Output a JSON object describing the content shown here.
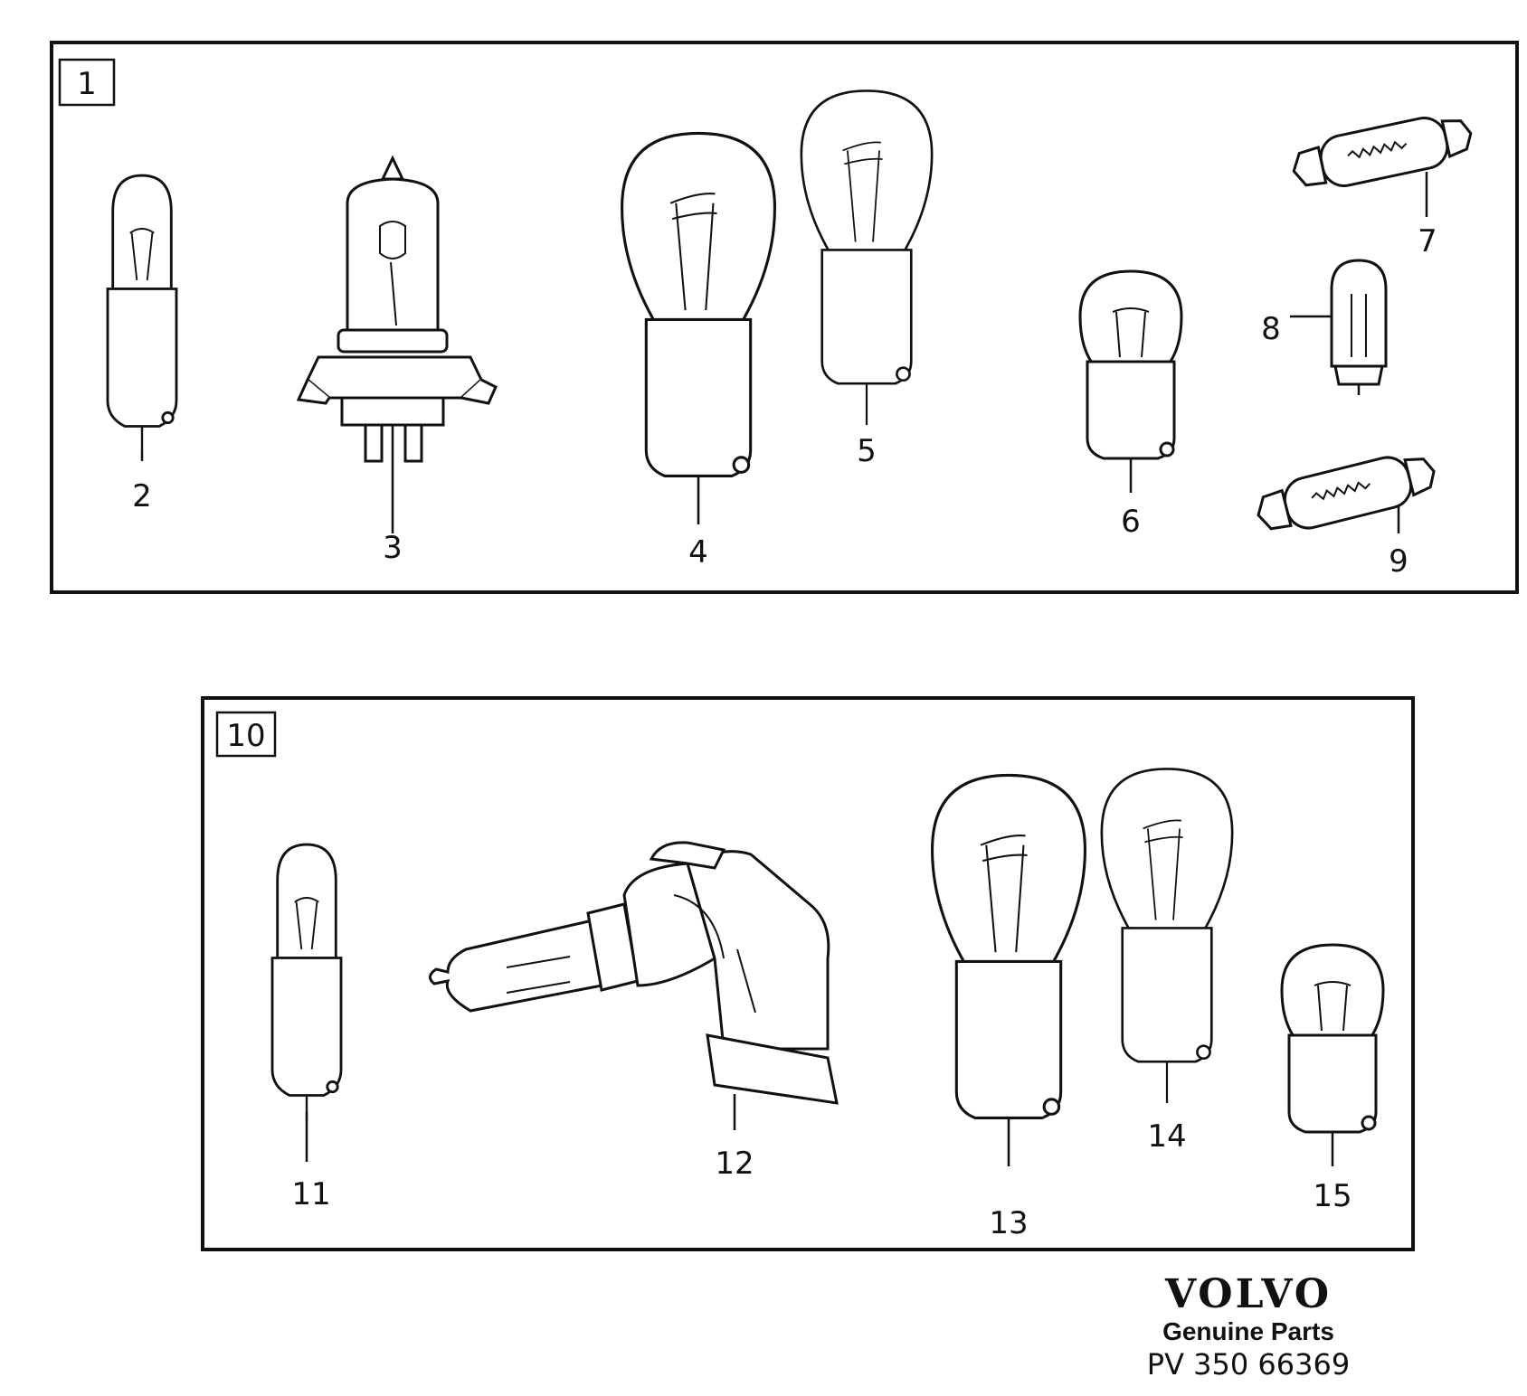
{
  "panels": [
    {
      "box_number": "1",
      "parts": [
        {
          "callout": "2",
          "icon": "small-bayonet-bulb-icon"
        },
        {
          "callout": "3",
          "icon": "h4-halogen-bulb-icon"
        },
        {
          "callout": "4",
          "icon": "large-bayonet-bulb-icon"
        },
        {
          "callout": "5",
          "icon": "large-bayonet-bulb-icon"
        },
        {
          "callout": "6",
          "icon": "round-bayonet-bulb-icon"
        },
        {
          "callout": "7",
          "icon": "festoon-bulb-icon"
        },
        {
          "callout": "8",
          "icon": "wedge-bulb-icon"
        },
        {
          "callout": "9",
          "icon": "festoon-bulb-icon"
        }
      ]
    },
    {
      "box_number": "10",
      "parts": [
        {
          "callout": "11",
          "icon": "small-bayonet-bulb-icon"
        },
        {
          "callout": "12",
          "icon": "halogen-bulb-with-angled-connector-icon"
        },
        {
          "callout": "13",
          "icon": "large-bayonet-bulb-icon"
        },
        {
          "callout": "14",
          "icon": "large-bayonet-bulb-icon"
        },
        {
          "callout": "15",
          "icon": "round-bayonet-bulb-icon"
        }
      ]
    }
  ],
  "brand": {
    "logo_text": "VOLVO",
    "tagline": "Genuine Parts",
    "part_number": "PV 350 66369"
  }
}
